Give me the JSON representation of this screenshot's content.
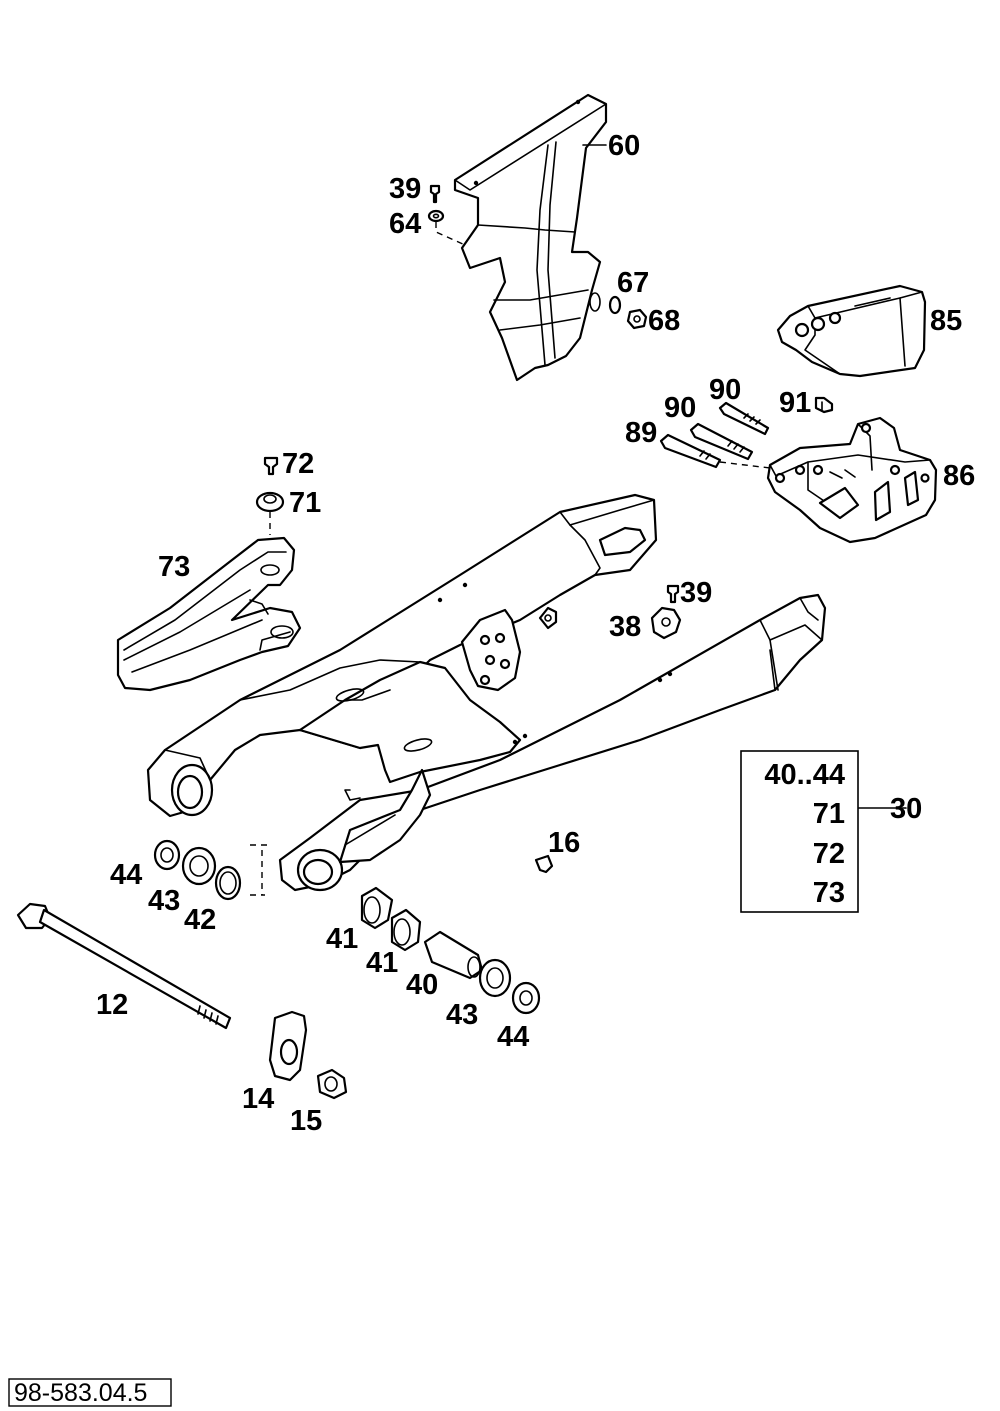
{
  "labels": {
    "p60": "60",
    "p39a": "39",
    "p64": "64",
    "p67": "67",
    "p68": "68",
    "p85": "85",
    "p90a": "90",
    "p90b": "90",
    "p91": "91",
    "p89": "89",
    "p86": "86",
    "p72": "72",
    "p71": "71",
    "p73": "73",
    "p39b": "39",
    "p38": "38",
    "p16": "16",
    "p44a": "44",
    "p43a": "43",
    "p42": "42",
    "p41a": "41",
    "p41b": "41",
    "p40": "40",
    "p43b": "43",
    "p44b": "44",
    "p12": "12",
    "p14": "14",
    "p15": "15",
    "p30": "30"
  },
  "kit_box": {
    "items": [
      "40..44",
      "71",
      "72",
      "73"
    ]
  },
  "drawing_code": "98-583.04.5"
}
